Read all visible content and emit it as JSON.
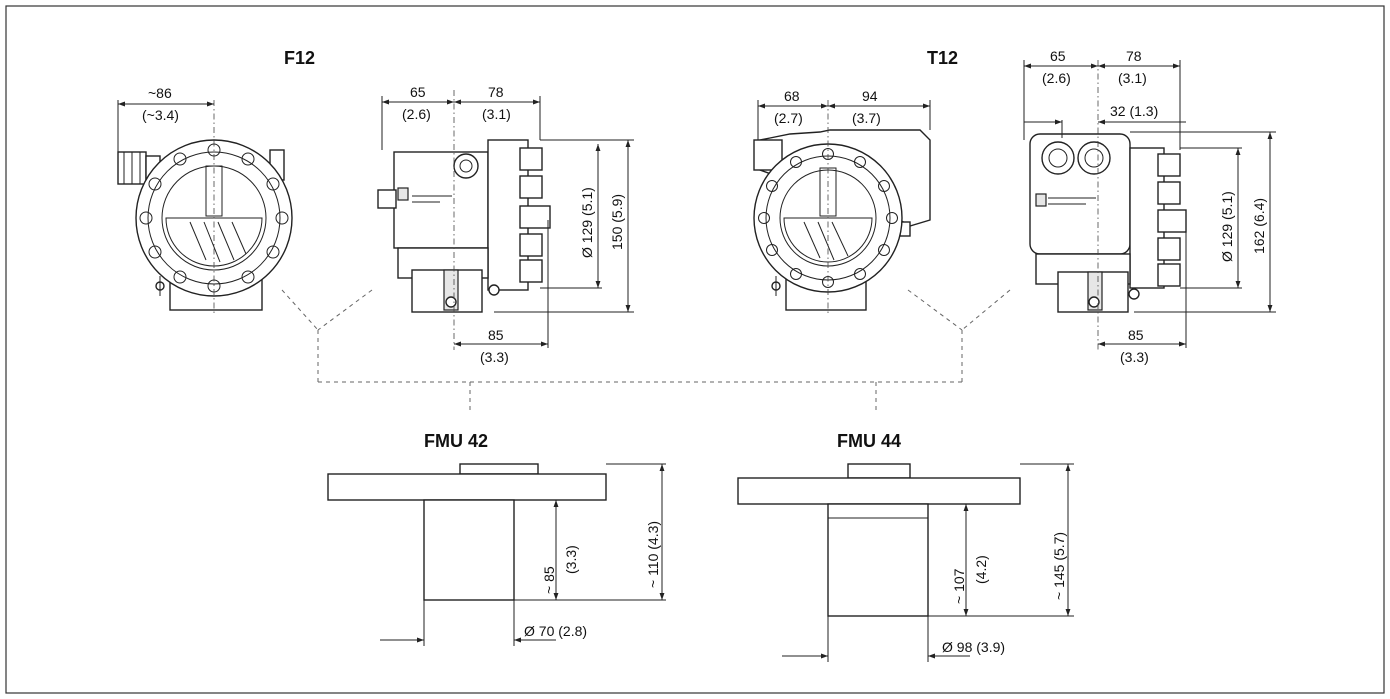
{
  "titles": {
    "f12": "F12",
    "t12": "T12",
    "fmu42": "FMU 42",
    "fmu44": "FMU 44"
  },
  "f12": {
    "width_front": "~86",
    "width_front_in": "(~3.4)",
    "d65": "65",
    "d65_in": "(2.6)",
    "d78": "78",
    "d78_in": "(3.1)",
    "dia129": "Ø 129 (5.1)",
    "h150": "150 (5.9)",
    "d85": "85",
    "d85_in": "(3.3)"
  },
  "t12": {
    "d68": "68",
    "d68_in": "(2.7)",
    "d94": "94",
    "d94_in": "(3.7)",
    "d65": "65",
    "d65_in": "(2.6)",
    "d78": "78",
    "d78_in": "(3.1)",
    "d32": "32 (1.3)",
    "dia129": "Ø 129 (5.1)",
    "h162": "162 (6.4)",
    "d85": "85",
    "d85_in": "(3.3)"
  },
  "fmu42": {
    "h85": "~ 85",
    "h85_in": "(3.3)",
    "h110": "~ 110 (4.3)",
    "dia70": "Ø 70 (2.8)"
  },
  "fmu44": {
    "h107": "~ 107",
    "h107_in": "(4.2)",
    "h145": "~ 145 (5.7)",
    "dia98": "Ø 98 (3.9)"
  }
}
